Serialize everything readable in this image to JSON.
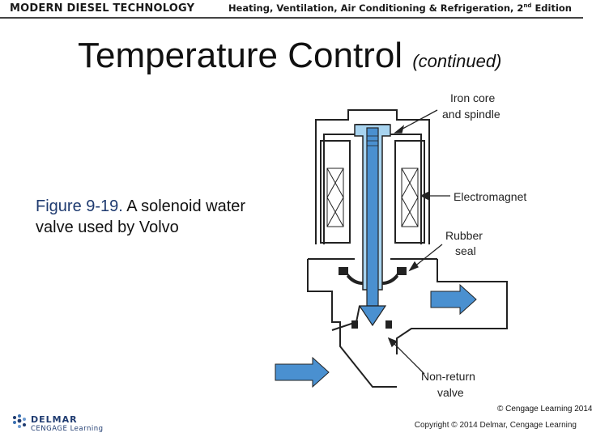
{
  "header": {
    "left_title": "MODERN DIESEL TECHNOLOGY",
    "right_title": "Heating, Ventilation, Air Conditioning & Refrigeration, 2",
    "right_sup": "nd",
    "right_tail": " Edition"
  },
  "slide": {
    "title": "Temperature Control",
    "title_suffix": "(continued)",
    "caption_figure": "Figure 9-19.",
    "caption_text": " A solenoid water valve used by Volvo"
  },
  "diagram": {
    "labels": {
      "iron_core_1": "Iron core",
      "iron_core_2": "and spindle",
      "electromagnet": "Electromagnet",
      "rubber_1": "Rubber",
      "rubber_2": "seal",
      "nonreturn_1": "Non-return",
      "nonreturn_2": "valve"
    },
    "colors": {
      "water": "#4a90d0",
      "spindle": "#a8d4f0",
      "outline": "#222222"
    },
    "credit": "© Cengage Learning 2014"
  },
  "footer": {
    "logo_top": "DELMAR",
    "logo_bottom": "CENGAGE Learning",
    "copyright": "Copyright © 2014 Delmar, Cengage Learning"
  }
}
